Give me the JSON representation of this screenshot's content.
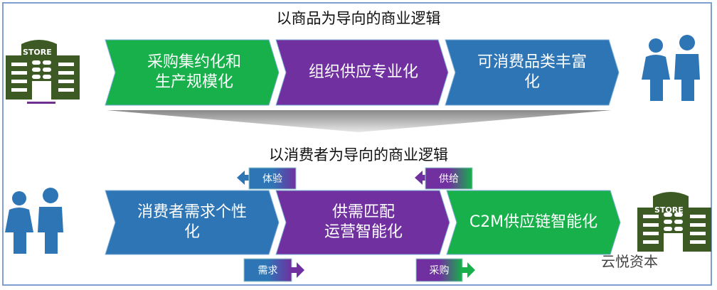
{
  "titles": {
    "top": "以商品为导向的商业逻辑",
    "bottom": "以消费者为导向的商业逻辑"
  },
  "top_chain": [
    "采购集约化和\n生产规模化",
    "组织供应专业化",
    "可消费品类丰富\n化"
  ],
  "bottom_chain": [
    "消费者需求个性\n化",
    "供需匹配\n运营智能化",
    "C2M供应链智能化"
  ],
  "flow_labels": {
    "experience": "体验",
    "supply": "供给",
    "demand": "需求",
    "purchase": "采购"
  },
  "store_label": "STORE",
  "watermark": "云悦资本",
  "colors": {
    "green": "#17b04a",
    "purple": "#7030a0",
    "blue": "#2e75b6",
    "store": "#3d5a24"
  }
}
